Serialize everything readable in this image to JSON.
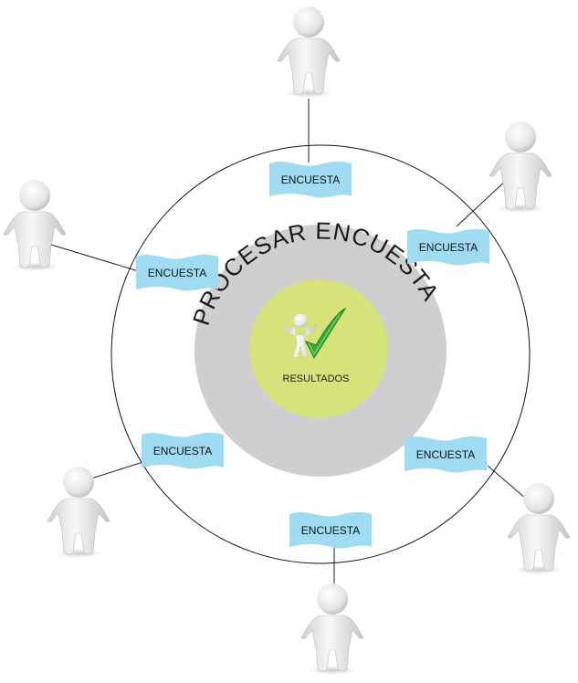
{
  "diagram": {
    "center_label": "RESULTADOS",
    "ring_label": "PROCESAR ENCUESTA",
    "node_label": "ENCUESTA",
    "nodes": [
      {
        "id": "top",
        "label": "ENCUESTA"
      },
      {
        "id": "upper-right",
        "label": "ENCUESTA"
      },
      {
        "id": "upper-left",
        "label": "ENCUESTA"
      },
      {
        "id": "lower-left",
        "label": "ENCUESTA"
      },
      {
        "id": "lower-right",
        "label": "ENCUESTA"
      },
      {
        "id": "bottom",
        "label": "ENCUESTA"
      }
    ]
  },
  "colors": {
    "outer_ring_stroke": "#111111",
    "process_ring": "#cfcfd1",
    "center_fill": "#d6e27a",
    "flag_fill": "#9fdcf3",
    "person_fill": "#e8e8e8",
    "checkmark": "#3aa83a"
  },
  "icons": {
    "center": "checkmark-with-person-icon",
    "actor": "person-figure-icon",
    "flag": "banner-flag-icon"
  }
}
